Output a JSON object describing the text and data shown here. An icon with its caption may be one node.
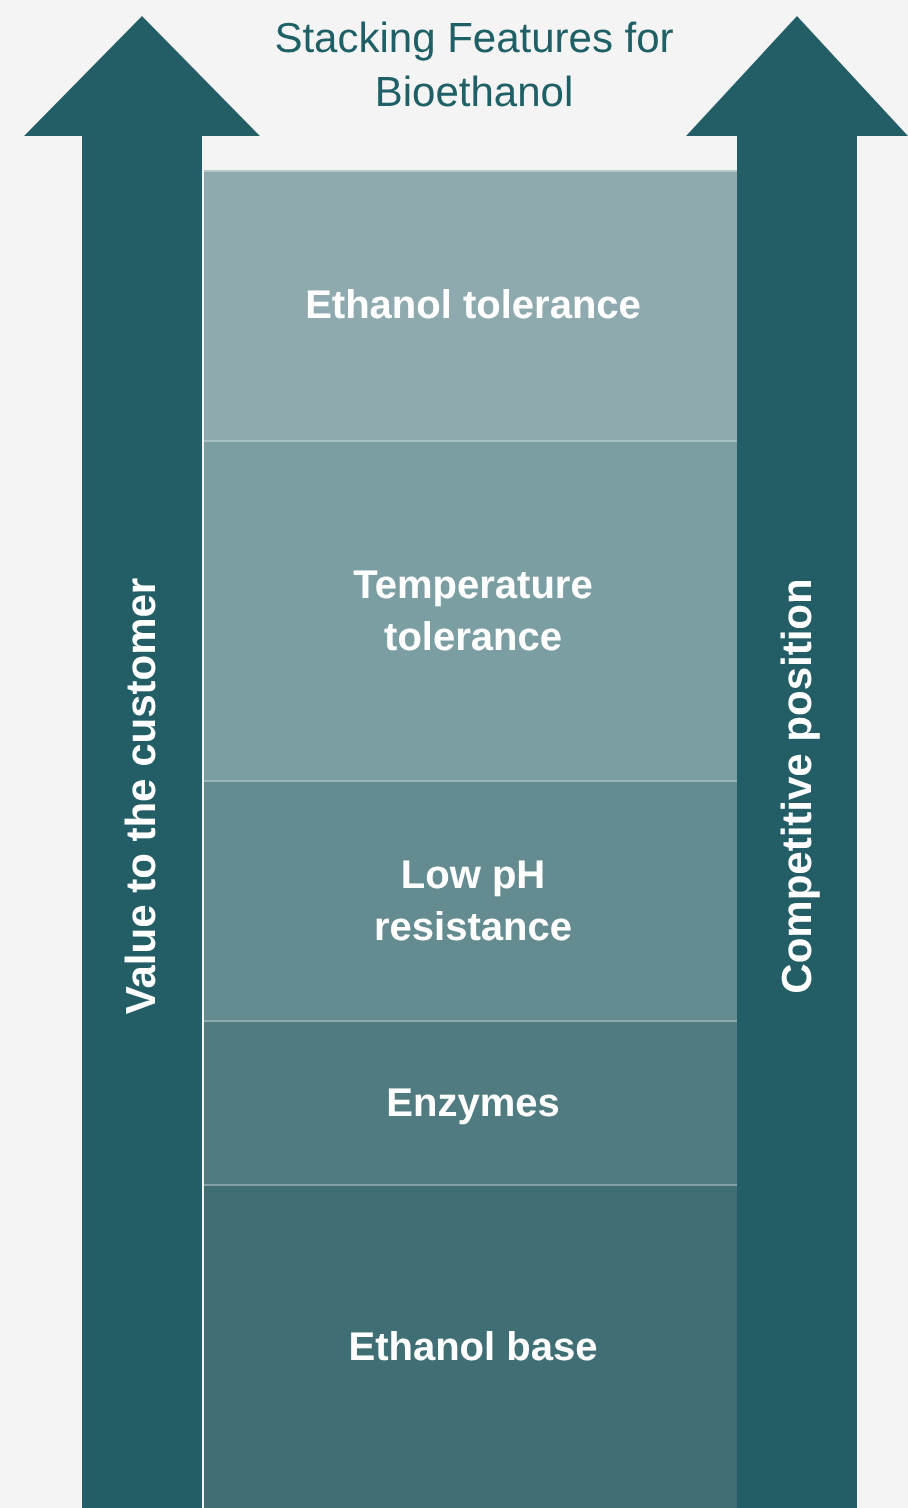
{
  "diagram": {
    "title": "Stacking Features for Bioethanol",
    "nodes": [
      {
        "text": [
          "Ethanol tolerance"
        ]
      },
      {
        "text": [
          "Temperature tolerance"
        ]
      },
      {
        "text": [
          "Low pH resistance"
        ]
      },
      {
        "text": [
          "Enzymes"
        ]
      },
      {
        "text": [
          "Ethanol base"
        ]
      },
      {
        "text": [
          "Value to the customer"
        ]
      },
      {
        "text": [
          "Competitive position"
        ]
      }
    ]
  }
}
